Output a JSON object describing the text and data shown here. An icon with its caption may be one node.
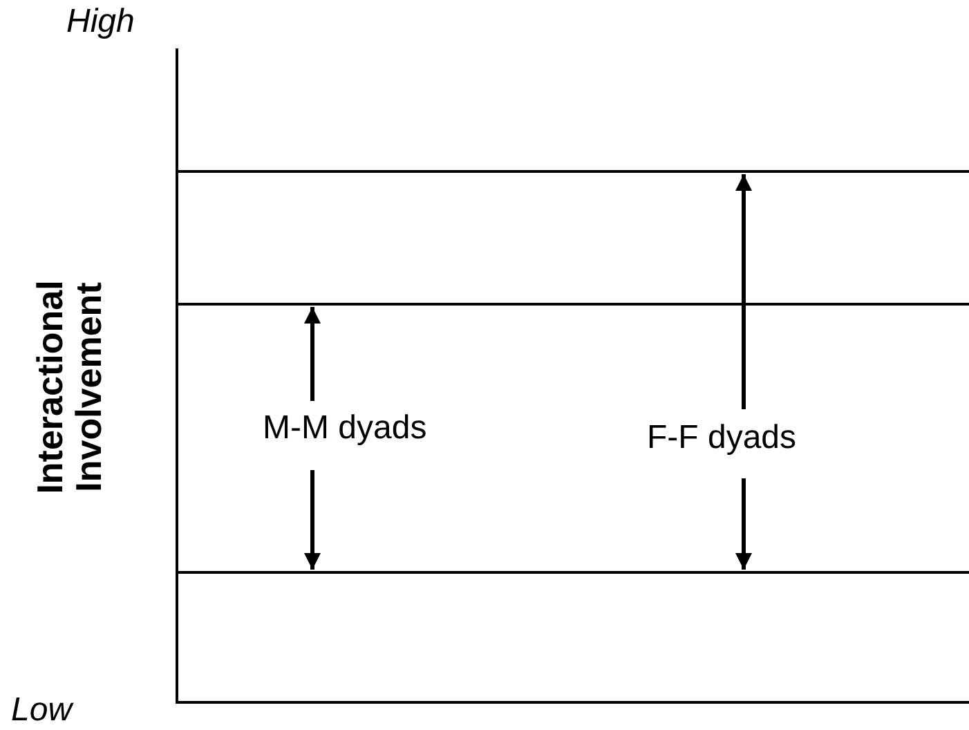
{
  "diagram": {
    "labels": [
      "High",
      "Interactional Involvement",
      "M-M dyads",
      "F-F dyads",
      "Low"
    ]
  }
}
